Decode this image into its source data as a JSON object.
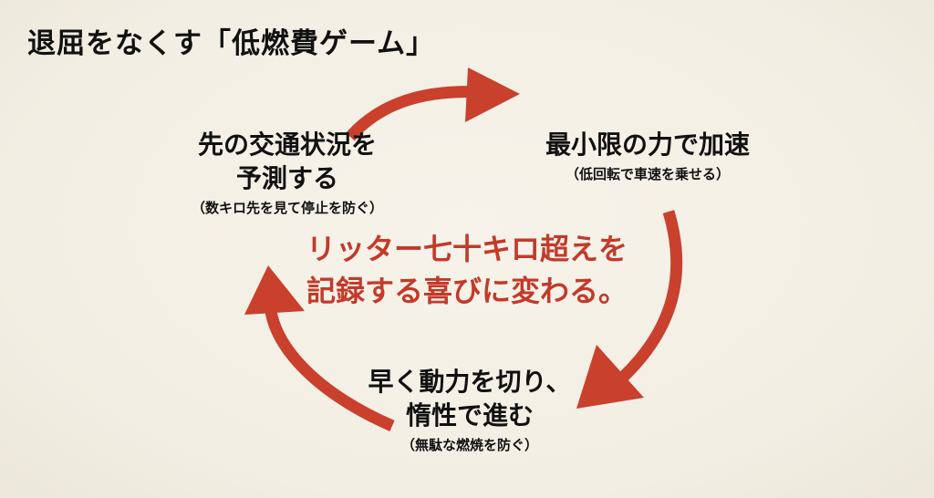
{
  "title": "退屈をなくす「低燃費ゲーム」",
  "nodes": {
    "predict": {
      "line1": "先の交通状況を",
      "line2": "予測する",
      "note": "（数キロ先を見て停止を防ぐ）"
    },
    "accelerate": {
      "line1": "最小限の力で加速",
      "note": "（低回転で車速を乗せる）"
    },
    "coast": {
      "line1": "早く動力を切り、",
      "line2": "惰性で進む",
      "note": "（無駄な燃焼を防ぐ）"
    }
  },
  "center": {
    "line1": "リッター七十キロ超えを",
    "line2": "記録する喜びに変わる。"
  },
  "colors": {
    "background": "#f4f0e6",
    "accent": "#c9402d",
    "text": "#111111"
  }
}
